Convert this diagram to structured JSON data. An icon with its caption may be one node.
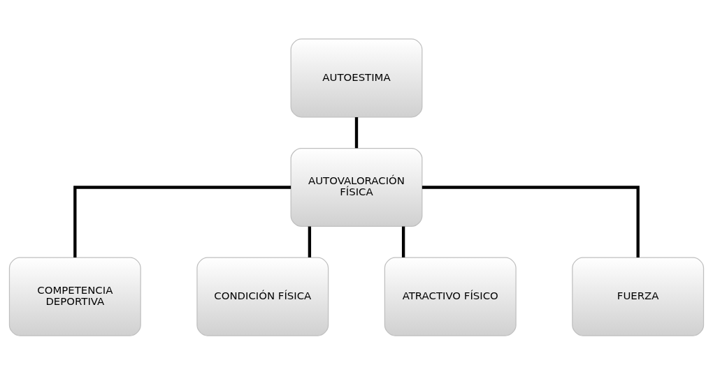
{
  "diagram": {
    "nodes": [
      {
        "text": [
          "AUTOESTIMA"
        ]
      },
      {
        "text": [
          "AUTOVALORACIÓN FÍSICA"
        ]
      },
      {
        "text": [
          "COMPETENCIA DEPORTIVA"
        ]
      },
      {
        "text": [
          "CONDICIÓN FÍSICA"
        ]
      },
      {
        "text": [
          "ATRACTIVO FÍSICO"
        ]
      },
      {
        "text": [
          "FUERZA"
        ]
      }
    ],
    "edges": [
      {
        "from": 0,
        "to": 1,
        "arrow": "none"
      },
      {
        "from": 1,
        "to": 2,
        "arrow": "none"
      },
      {
        "from": 1,
        "to": 3,
        "arrow": "none"
      },
      {
        "from": 1,
        "to": 4,
        "arrow": "none"
      },
      {
        "from": 1,
        "to": 5,
        "arrow": "none"
      }
    ]
  }
}
